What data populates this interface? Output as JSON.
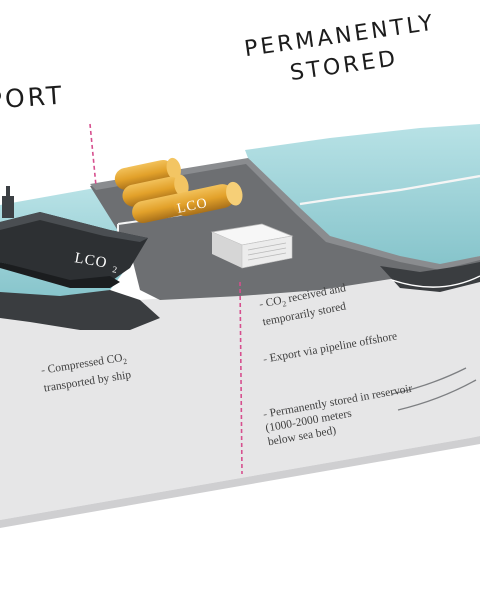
{
  "headings": {
    "left_partial": "PORT",
    "right_line1": "PERMANENTLY",
    "right_line2": "STORED"
  },
  "labels": {
    "ship_hull": "LCO",
    "ship_sub": "2",
    "tank_label": "LCO"
  },
  "notes": {
    "ship": {
      "line1_prefix": "Compressed CO",
      "line1_sub": "2",
      "line2": "transported by ship"
    },
    "storage": [
      {
        "bullet": "-",
        "prefix": "CO",
        "sub": "2",
        "line1_rest": " received and",
        "line2": "temporarily stored"
      },
      {
        "bullet": "-",
        "prefix": "",
        "sub": "",
        "line1_rest": "Export via pipeline offshore",
        "line2": ""
      },
      {
        "bullet": "-",
        "prefix": "",
        "sub": "",
        "line1_rest": "Permanently stored in reservoir",
        "line2": "(1000-2000 meters",
        "line3": "below sea bed)"
      }
    ]
  },
  "colors": {
    "sea": "#a9d9de",
    "sea_deep": "#8cc8cf",
    "seabed": "#3a3d40",
    "cross_section": "#e7e7e8",
    "divider": "#d64f8e",
    "tank": "#e2a12a",
    "ship": "#2d3033"
  }
}
